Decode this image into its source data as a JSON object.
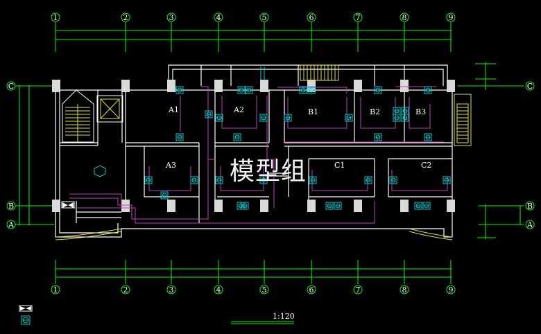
{
  "drawing": {
    "watermark": "模型组",
    "scale": "1:120",
    "grid_columns": [
      "1",
      "2",
      "3",
      "4",
      "5",
      "6",
      "7",
      "8",
      "9"
    ],
    "grid_rows": [
      "C",
      "B",
      "A"
    ],
    "rooms": [
      "A1",
      "A2",
      "A3",
      "B1",
      "B2",
      "B3",
      "C1",
      "C2"
    ]
  },
  "colors": {
    "background": "#000000",
    "axis": "#00ff00",
    "wall": "#ffffff",
    "duct": "#c040c0",
    "unit": "#00d0d0",
    "stair": "#e0e040",
    "column": "#d9d9d9"
  },
  "icons": [
    "fan-coil-unit-icon",
    "exhaust-fan-icon",
    "stair-hatch-icon",
    "elevator-icon"
  ]
}
